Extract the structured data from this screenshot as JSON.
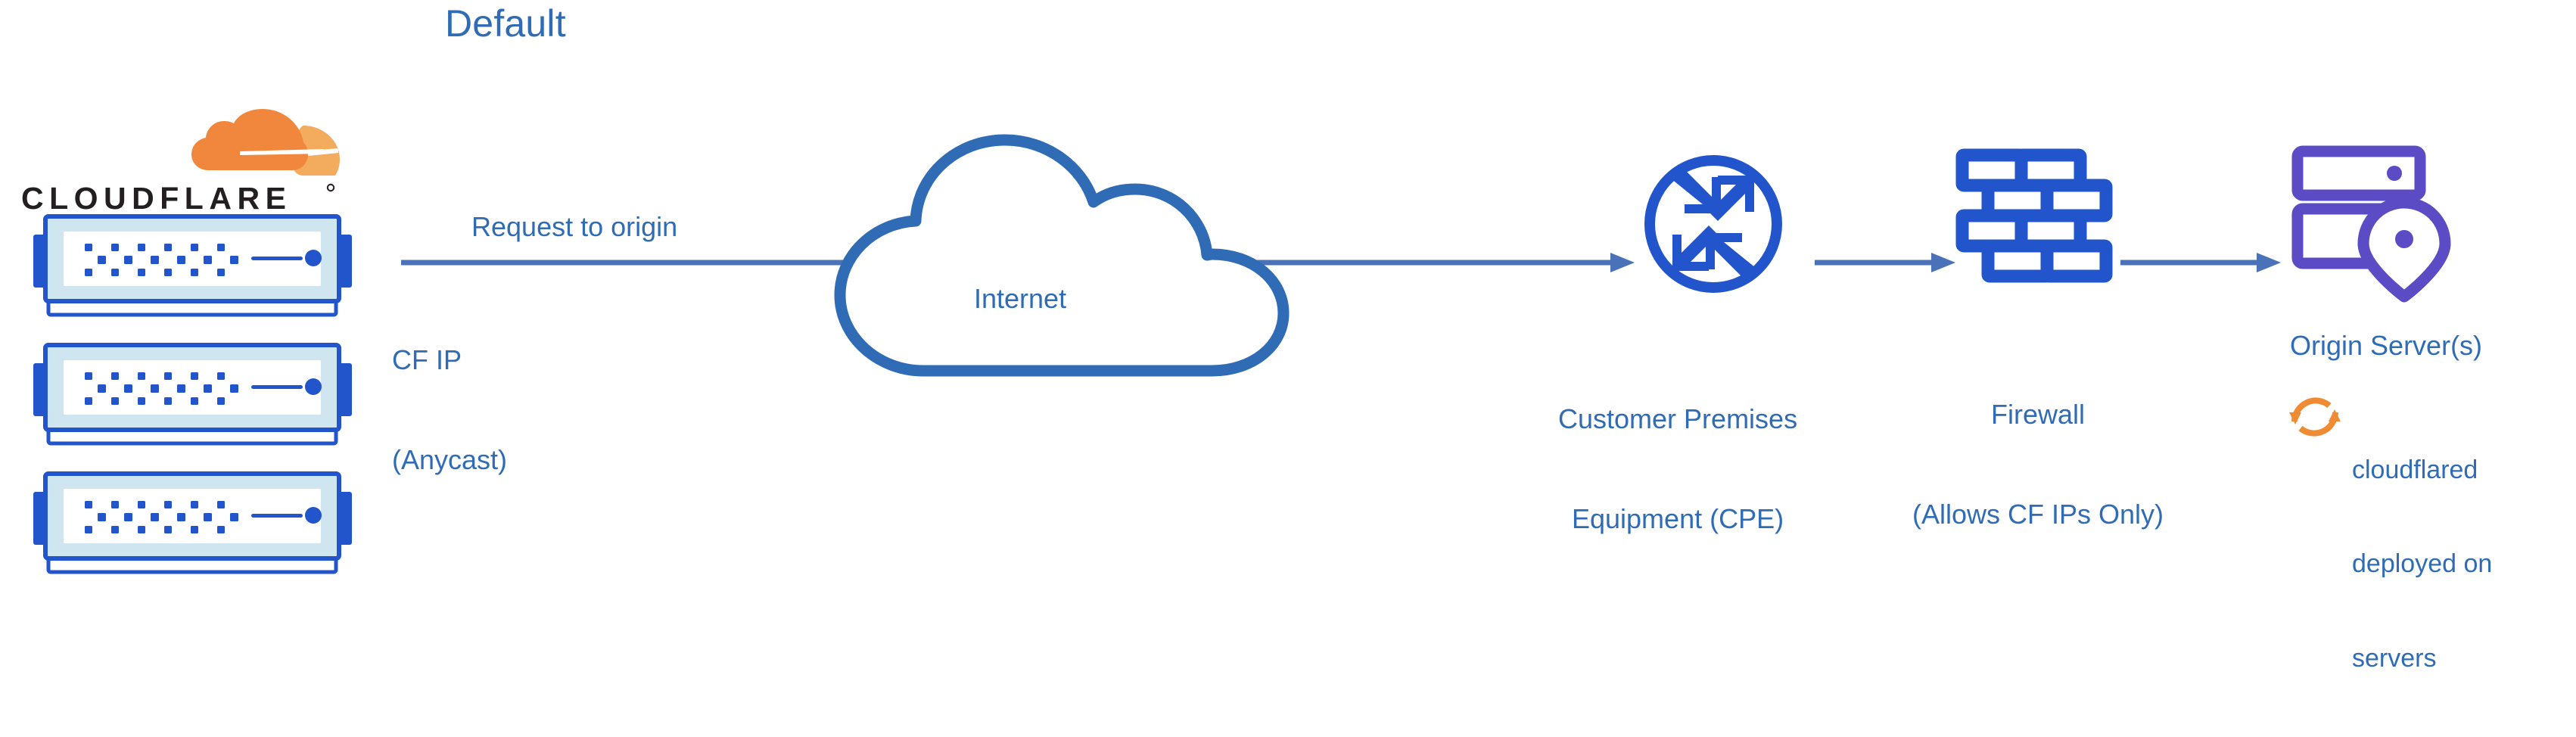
{
  "title": "Default",
  "colors": {
    "title_blue": "#2f6cb5",
    "label_blue": "#2f6cb5",
    "arrow_blue": "#4a72b8",
    "icon_blue": "#2255cc",
    "cloud_outline_blue": "#2f6cb5",
    "server_frame_blue": "#2255cc",
    "server_fill_light": "#cfe5ef",
    "origin_purple": "#5b4bc4",
    "cf_orange_dark": "#f0873c",
    "cf_orange_light": "#f3ac5e",
    "sync_orange": "#ef8b33",
    "wordmark_black": "#231f20"
  },
  "brand": {
    "logo_name": "cloudflare-logo",
    "wordmark": "CLOUDFLARE",
    "registered_mark": "®"
  },
  "nodes": {
    "cf_servers": {
      "name": "cloudflare-edge-servers",
      "count": 3
    },
    "internet": {
      "label": "Internet",
      "icon": "cloud-outline-icon"
    },
    "cpe": {
      "label_line1": "Customer Premises",
      "label_line2": "Equipment (CPE)",
      "icon": "router-converging-arrows-icon"
    },
    "firewall": {
      "label_line1": "Firewall",
      "label_line2": "(Allows CF IPs Only)",
      "icon": "brick-wall-icon"
    },
    "origin": {
      "label": "Origin Server(s)",
      "icon": "server-rack-location-pin-icon"
    },
    "cloudflared": {
      "label_line1": "cloudflared",
      "label_line2": "deployed on",
      "label_line3": "servers",
      "icon": "sync-arrows-icon"
    }
  },
  "edges": {
    "request_to_origin": {
      "label": "Request to origin",
      "sublabel_line1": "CF IP",
      "sublabel_line2": "(Anycast)"
    }
  }
}
